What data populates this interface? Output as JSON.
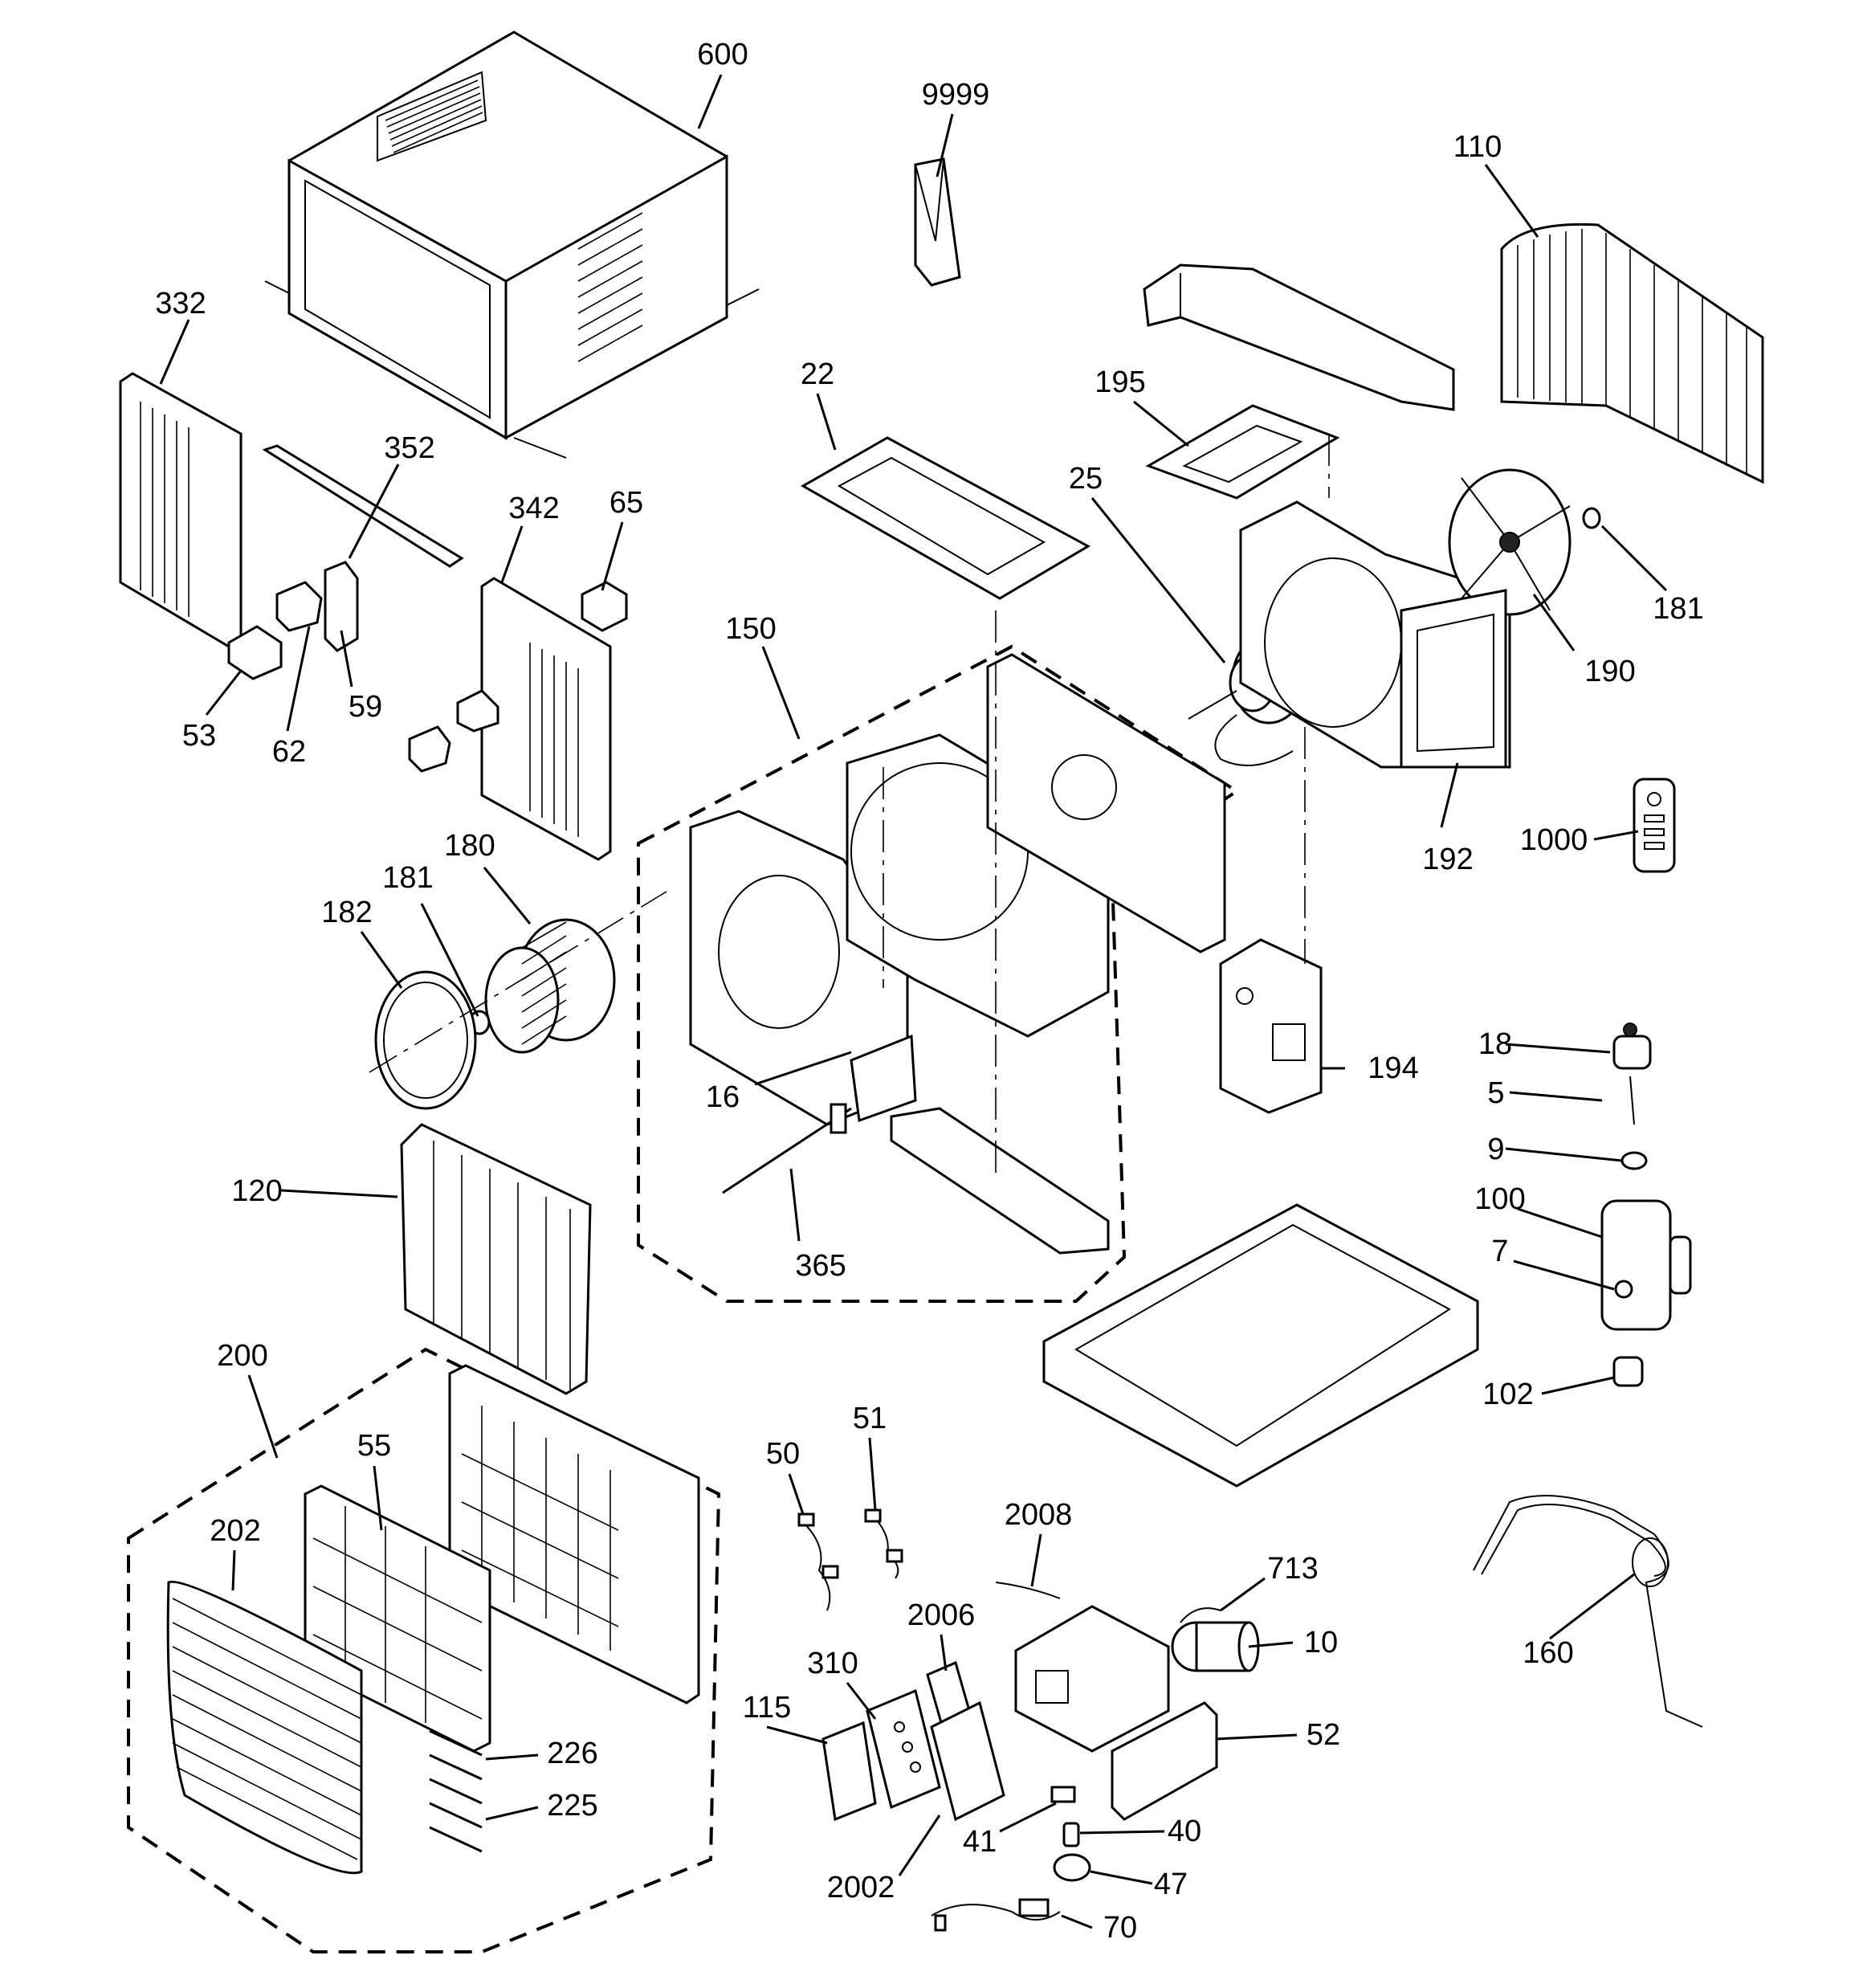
{
  "diagram": {
    "callouts": [
      {
        "id": "600",
        "label": "600"
      },
      {
        "id": "9999",
        "label": "9999"
      },
      {
        "id": "110",
        "label": "110"
      },
      {
        "id": "332",
        "label": "332"
      },
      {
        "id": "22",
        "label": "22"
      },
      {
        "id": "195",
        "label": "195"
      },
      {
        "id": "352",
        "label": "352"
      },
      {
        "id": "342",
        "label": "342"
      },
      {
        "id": "65",
        "label": "65"
      },
      {
        "id": "25",
        "label": "25"
      },
      {
        "id": "181a",
        "label": "181"
      },
      {
        "id": "150",
        "label": "150"
      },
      {
        "id": "190",
        "label": "190"
      },
      {
        "id": "59",
        "label": "59"
      },
      {
        "id": "53",
        "label": "53"
      },
      {
        "id": "62",
        "label": "62"
      },
      {
        "id": "192",
        "label": "192"
      },
      {
        "id": "1000",
        "label": "1000"
      },
      {
        "id": "180",
        "label": "180"
      },
      {
        "id": "181b",
        "label": "181"
      },
      {
        "id": "182",
        "label": "182"
      },
      {
        "id": "18",
        "label": "18"
      },
      {
        "id": "194",
        "label": "194"
      },
      {
        "id": "16",
        "label": "16"
      },
      {
        "id": "5",
        "label": "5"
      },
      {
        "id": "9",
        "label": "9"
      },
      {
        "id": "120",
        "label": "120"
      },
      {
        "id": "100",
        "label": "100"
      },
      {
        "id": "7",
        "label": "7"
      },
      {
        "id": "365",
        "label": "365"
      },
      {
        "id": "200",
        "label": "200"
      },
      {
        "id": "102",
        "label": "102"
      },
      {
        "id": "51",
        "label": "51"
      },
      {
        "id": "55",
        "label": "55"
      },
      {
        "id": "50",
        "label": "50"
      },
      {
        "id": "2008",
        "label": "2008"
      },
      {
        "id": "202",
        "label": "202"
      },
      {
        "id": "713",
        "label": "713"
      },
      {
        "id": "2006",
        "label": "2006"
      },
      {
        "id": "10",
        "label": "10"
      },
      {
        "id": "160",
        "label": "160"
      },
      {
        "id": "310",
        "label": "310"
      },
      {
        "id": "115",
        "label": "115"
      },
      {
        "id": "52",
        "label": "52"
      },
      {
        "id": "226",
        "label": "226"
      },
      {
        "id": "225",
        "label": "225"
      },
      {
        "id": "41",
        "label": "41"
      },
      {
        "id": "40",
        "label": "40"
      },
      {
        "id": "2002",
        "label": "2002"
      },
      {
        "id": "47",
        "label": "47"
      },
      {
        "id": "70",
        "label": "70"
      }
    ]
  }
}
